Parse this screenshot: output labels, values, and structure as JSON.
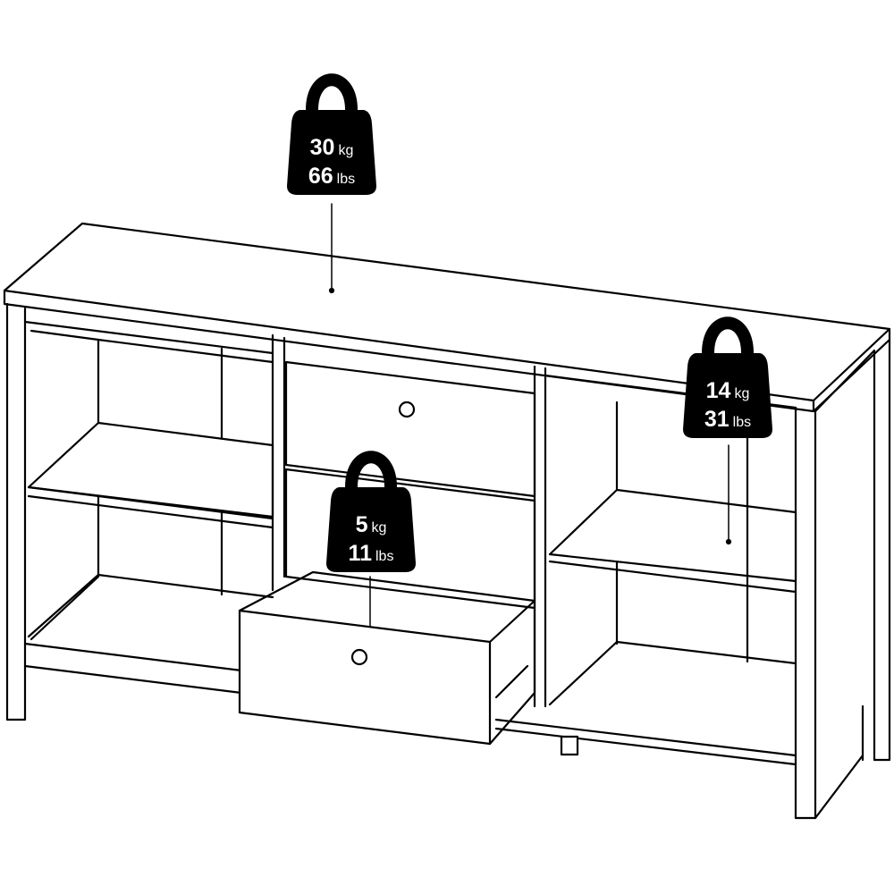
{
  "diagram": {
    "subject": "Sideboard with two open doors, shelves and drawers — maximum load capacities",
    "line_color": "#000000",
    "background": "#ffffff"
  },
  "loads": [
    {
      "id": "top",
      "kg_value": "30",
      "kg_unit": "kg",
      "lbs_value": "66",
      "lbs_unit": "lbs",
      "location": "top surface"
    },
    {
      "id": "shelf",
      "kg_value": "14",
      "kg_unit": "kg",
      "lbs_value": "31",
      "lbs_unit": "lbs",
      "location": "right compartment shelf"
    },
    {
      "id": "drawer",
      "kg_value": "5",
      "kg_unit": "kg",
      "lbs_value": "11",
      "lbs_unit": "lbs",
      "location": "drawer"
    }
  ]
}
